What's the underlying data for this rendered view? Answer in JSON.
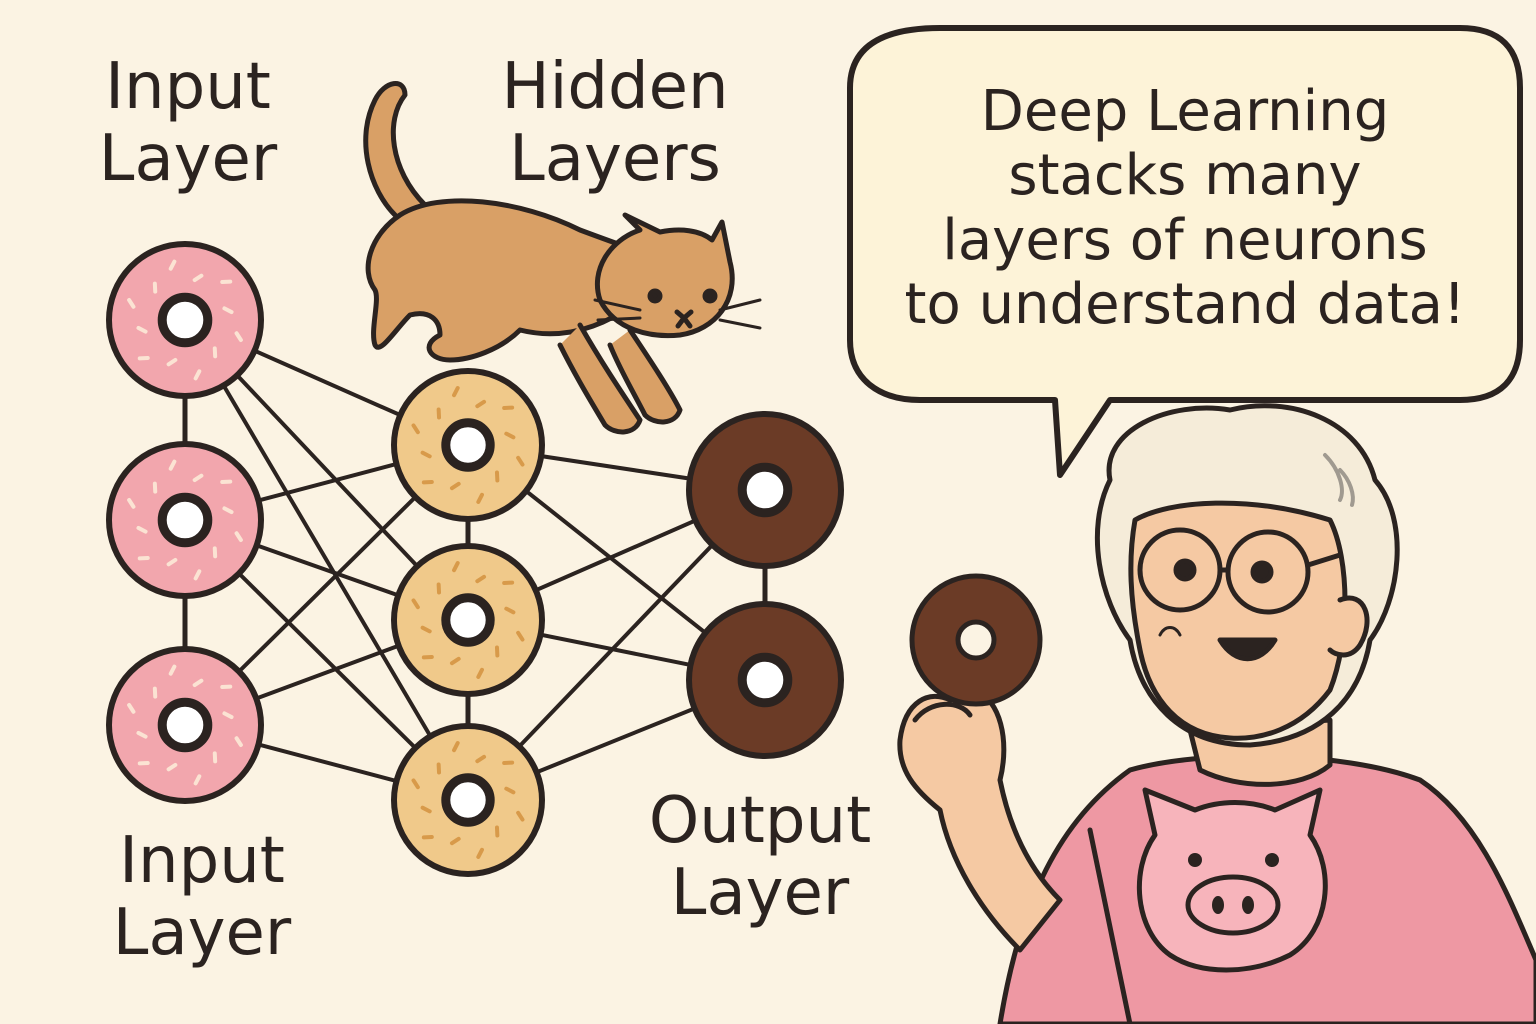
{
  "labels": {
    "input_top": "Input\nLayer",
    "hidden": "Hidden\nLayers",
    "input_bottom": "Input\nLayer",
    "output": "Output\nLayer"
  },
  "speech_bubble": {
    "text": "Deep Learning\nstacks many\nlayers of neurons\nto understand data!"
  },
  "network": {
    "layers": [
      {
        "name": "input",
        "neurons": 3,
        "donut": "pink-frosted-donut"
      },
      {
        "name": "hidden",
        "neurons": 3,
        "donut": "glazed-donut"
      },
      {
        "name": "output",
        "neurons": 2,
        "donut": "chocolate-donut"
      }
    ]
  },
  "colors": {
    "background": "#fbf3e3",
    "outline": "#2b2320",
    "pink_donut": "#f2a6ad",
    "glazed_donut": "#f0c98a",
    "chocolate_donut": "#6b3b26",
    "cat": "#d9a066",
    "shirt": "#ee98a3",
    "bubble": "#fdf3d8"
  },
  "icons": [
    "cat-icon",
    "grandma-icon",
    "pig-face-icon",
    "donut-icon"
  ]
}
